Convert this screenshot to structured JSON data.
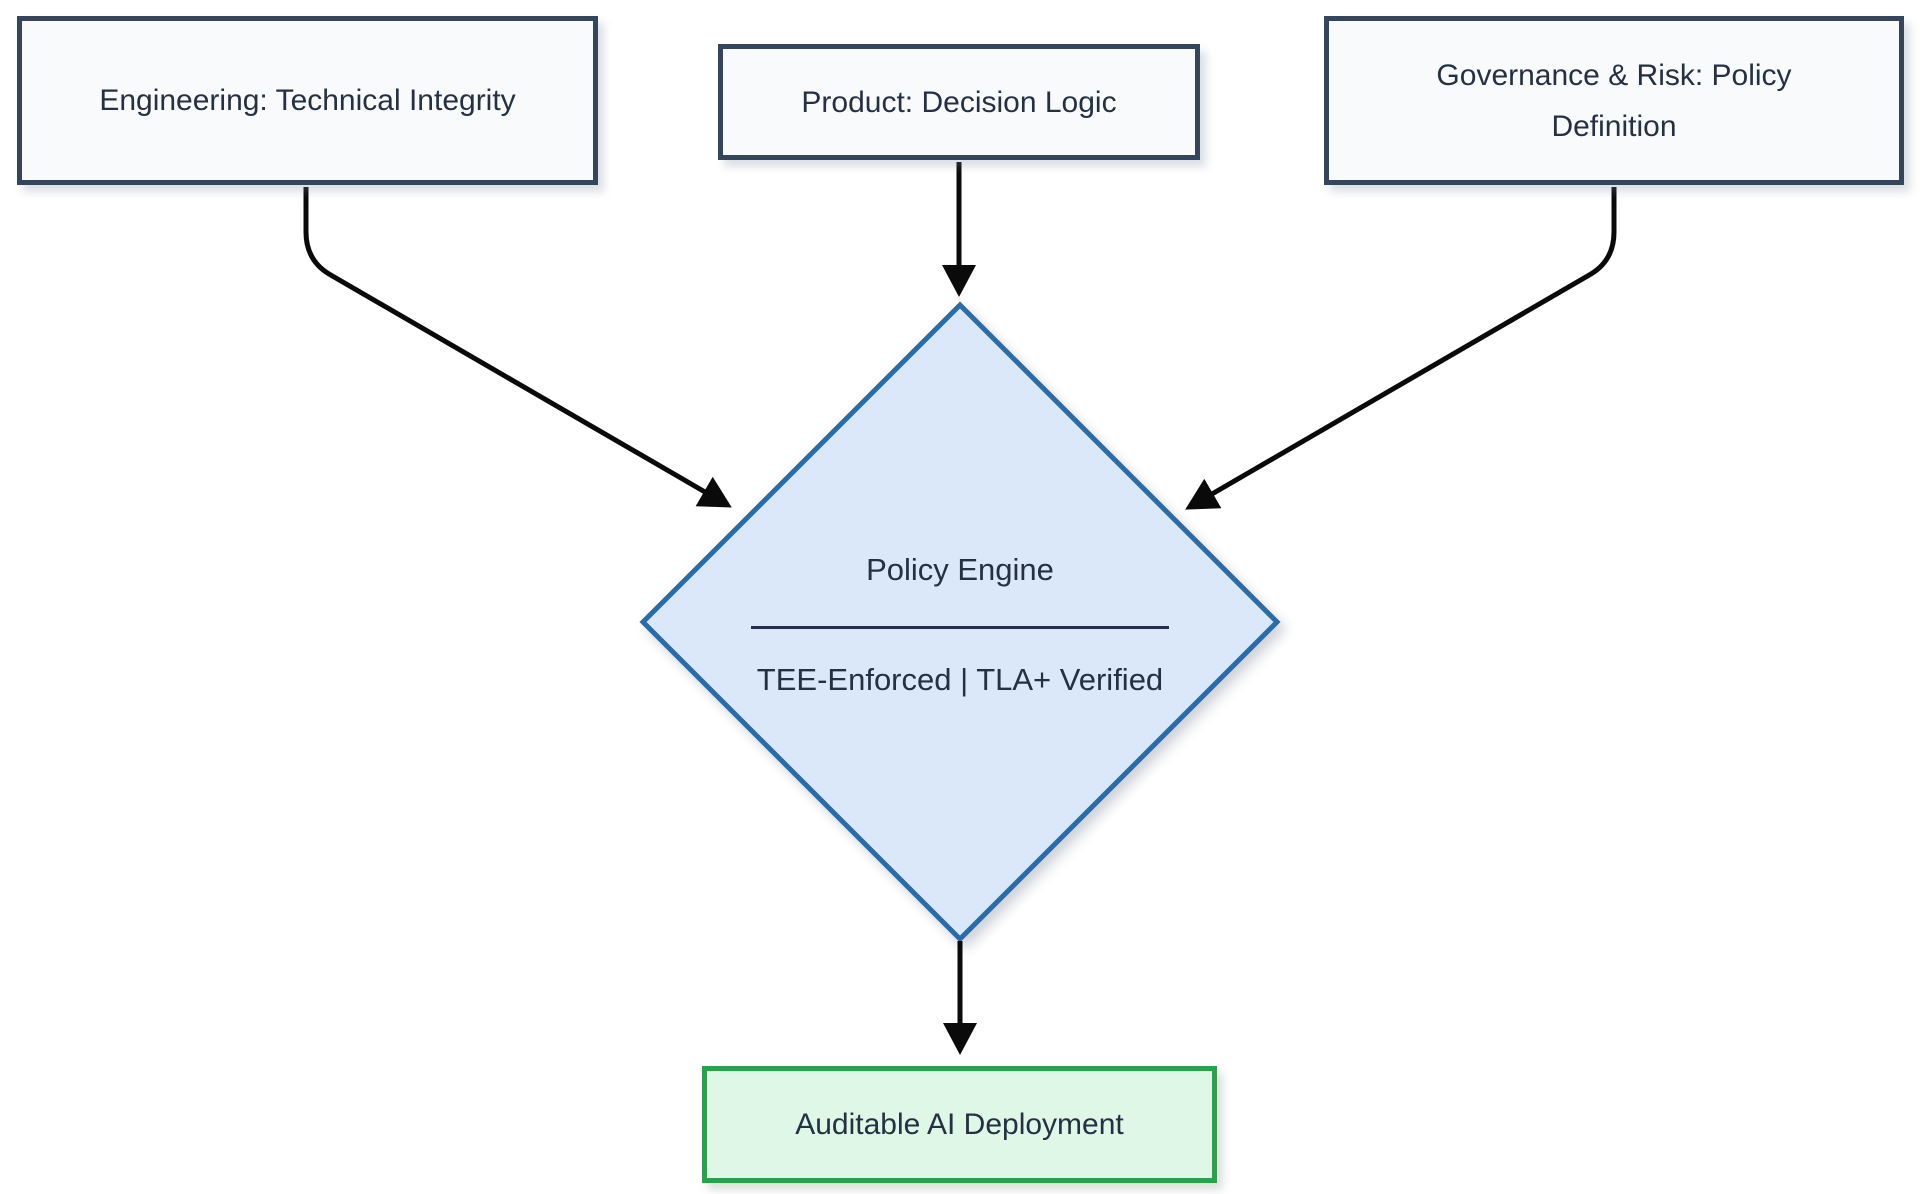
{
  "nodes": {
    "engineering": {
      "label": "Engineering: Technical Integrity"
    },
    "product": {
      "label": "Product: Decision Logic"
    },
    "governance": {
      "label": "Governance & Risk: Policy Definition"
    },
    "policy_engine": {
      "title": "Policy Engine",
      "subtitle": "TEE-Enforced | TLA+ Verified"
    },
    "deployment": {
      "label": "Auditable AI Deployment"
    }
  },
  "edges": [
    {
      "from": "engineering",
      "to": "policy_engine"
    },
    {
      "from": "product",
      "to": "policy_engine"
    },
    {
      "from": "governance",
      "to": "policy_engine"
    },
    {
      "from": "policy_engine",
      "to": "deployment"
    }
  ],
  "colors": {
    "background": "#ffffff",
    "node_fill": "#f8fafc",
    "node_border": "#35455b",
    "text": "#253042",
    "diamond_fill": "#dbe8fa",
    "diamond_border": "#2a6da6",
    "deployment_fill": "#def7e6",
    "deployment_border": "#29a249",
    "arrow": "#0a0a0a"
  }
}
